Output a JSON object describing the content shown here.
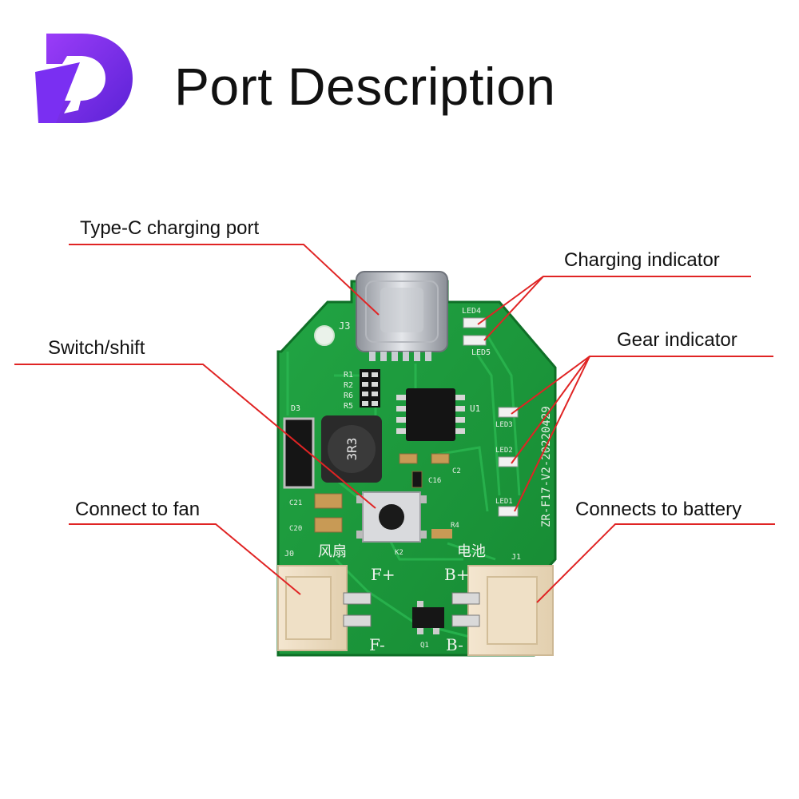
{
  "header": {
    "title": "Port Description",
    "logo_color": "#7b2ff7",
    "logo_color_dark": "#4b1fc9"
  },
  "callouts": {
    "type_c": "Type-C charging port",
    "charging_indicator": "Charging indicator",
    "switch_shift": "Switch/shift",
    "gear_indicator": "Gear indicator",
    "connect_fan": "Connect to fan",
    "connect_battery": "Connects to battery",
    "line_color": "#e02424"
  },
  "board": {
    "pcb_color": "#1f9a3c",
    "silkscreen": {
      "j3": "J3",
      "led4": "LED4",
      "led5": "LED5",
      "r1": "R1",
      "r2": "R2",
      "r6": "R6",
      "r5": "R5",
      "u1": "U1",
      "d3": "D3",
      "inductor": "3R3",
      "c16": "C16",
      "c2": "C2",
      "c21": "C21",
      "c20": "C20",
      "r4": "R4",
      "k2": "K2",
      "led3": "LED3",
      "led2": "LED2",
      "led1": "LED1",
      "revision": "ZR-F17-V2-20220429",
      "fan_cn": "风扇",
      "battery_cn": "电池",
      "j_left": "J0",
      "j1": "J1",
      "f_plus": "F+",
      "f_minus": "F-",
      "b_plus": "B+",
      "b_minus": "B-",
      "q1": "Q1"
    }
  }
}
